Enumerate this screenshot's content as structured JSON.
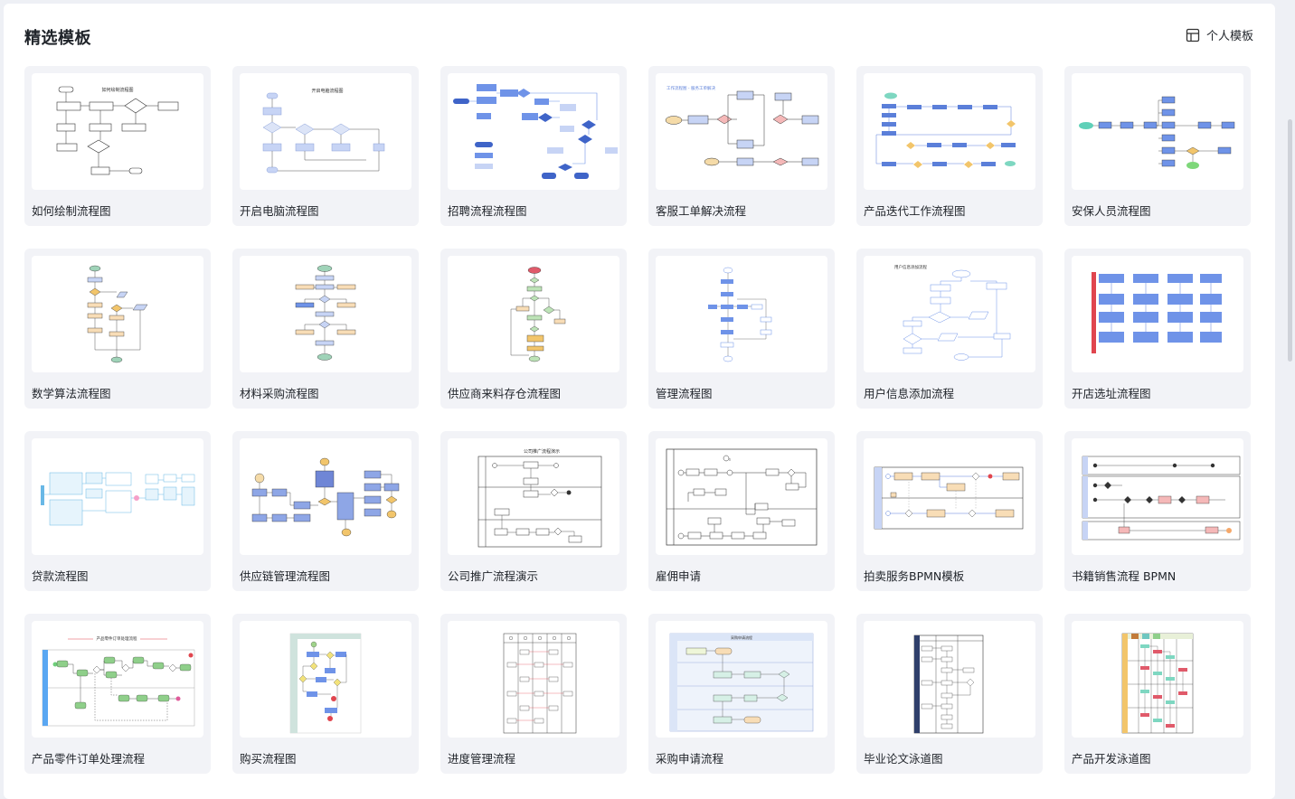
{
  "header": {
    "title": "精选模板",
    "personal_label": "个人模板",
    "personal_icon": "layout-template-icon"
  },
  "thumb_labels": {
    "t1": "如何绘制流程图",
    "t2": "开启电脑流程图",
    "t4": "工作流程图 - 服务工单解决",
    "t10": "用户信息添加流程",
    "t15": "公司推广流程演示",
    "t19": "产品零件订单处理流程",
    "t21": "采购申请流程"
  },
  "templates": [
    {
      "name": "如何绘制流程图"
    },
    {
      "name": "开启电脑流程图"
    },
    {
      "name": "招聘流程流程图"
    },
    {
      "name": "客服工单解决流程"
    },
    {
      "name": "产品迭代工作流程图"
    },
    {
      "name": "安保人员流程图"
    },
    {
      "name": "数学算法流程图"
    },
    {
      "name": "材料采购流程图"
    },
    {
      "name": "供应商来料存仓流程图"
    },
    {
      "name": "管理流程图"
    },
    {
      "name": "用户信息添加流程"
    },
    {
      "name": "开店选址流程图"
    },
    {
      "name": "贷款流程图"
    },
    {
      "name": "供应链管理流程图"
    },
    {
      "name": "公司推广流程演示"
    },
    {
      "name": "雇佣申请"
    },
    {
      "name": "拍卖服务BPMN模板"
    },
    {
      "name": "书籍销售流程 BPMN"
    },
    {
      "name": "产品零件订单处理流程"
    },
    {
      "name": "购买流程图"
    },
    {
      "name": "进度管理流程"
    },
    {
      "name": "采购申请流程"
    },
    {
      "name": "毕业论文泳道图"
    },
    {
      "name": "产品开发泳道图"
    }
  ],
  "colors": {
    "accent_blue": "#5b7fd9",
    "node_blue": "#6f93e8",
    "teal": "#7ed7c1",
    "amber": "#f2c56b",
    "red": "#e0454e",
    "green": "#9fd38a",
    "card_bg": "#f2f3f7"
  }
}
